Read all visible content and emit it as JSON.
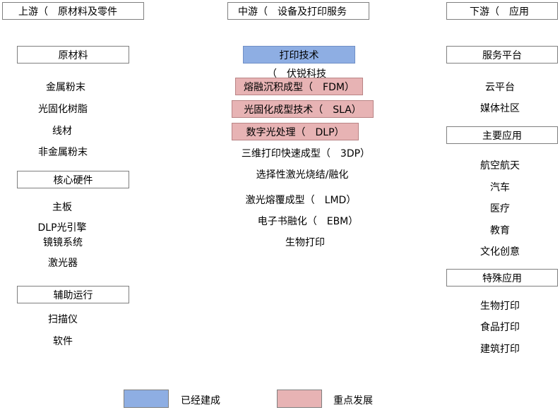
{
  "columns": {
    "upstream": {
      "header": "上游（　原材料及零件",
      "sections": [
        {
          "title": "原材料",
          "items": [
            "金属粉末",
            "光固化树脂",
            "线材",
            "非金属粉末"
          ]
        },
        {
          "title": "核心硬件",
          "items": [
            "主板",
            "DLP光引擎",
            "镜镜系统",
            "激光器"
          ]
        },
        {
          "title": "辅助运行",
          "items": [
            "扫描仪",
            "软件"
          ]
        }
      ]
    },
    "midstream": {
      "header": "中游（　设备及打印服务",
      "section_title": "打印技术",
      "subtitle": "（　伏锐科技",
      "highlighted": [
        "熔融沉积成型（　FDM）",
        "光固化成型技术（　SLA）",
        "数字光处理（　DLP）"
      ],
      "items": [
        "三维打印快速成型（　3DP）",
        "选择性激光烧结/融化",
        "激光熔覆成型（　LMD）",
        "电子书融化（　EBM）",
        "生物打印"
      ]
    },
    "downstream": {
      "header": "下游（　应用",
      "sections": [
        {
          "title": "服务平台",
          "items": [
            "云平台",
            "媒体社区"
          ]
        },
        {
          "title": "主要应用",
          "items": [
            "航空航天",
            "汽车",
            "医疗",
            "教育",
            "文化创意"
          ]
        },
        {
          "title": "特殊应用",
          "items": [
            "生物打印",
            "食品打印",
            "建筑打印"
          ]
        }
      ]
    }
  },
  "legend": [
    {
      "label": "已经建成",
      "color": "#8eaee3"
    },
    {
      "label": "重点发展",
      "color": "#e7b3b4"
    }
  ],
  "colors": {
    "built": "#8eaee3",
    "focus": "#e7b3b4",
    "border": "#7f7f7f"
  }
}
